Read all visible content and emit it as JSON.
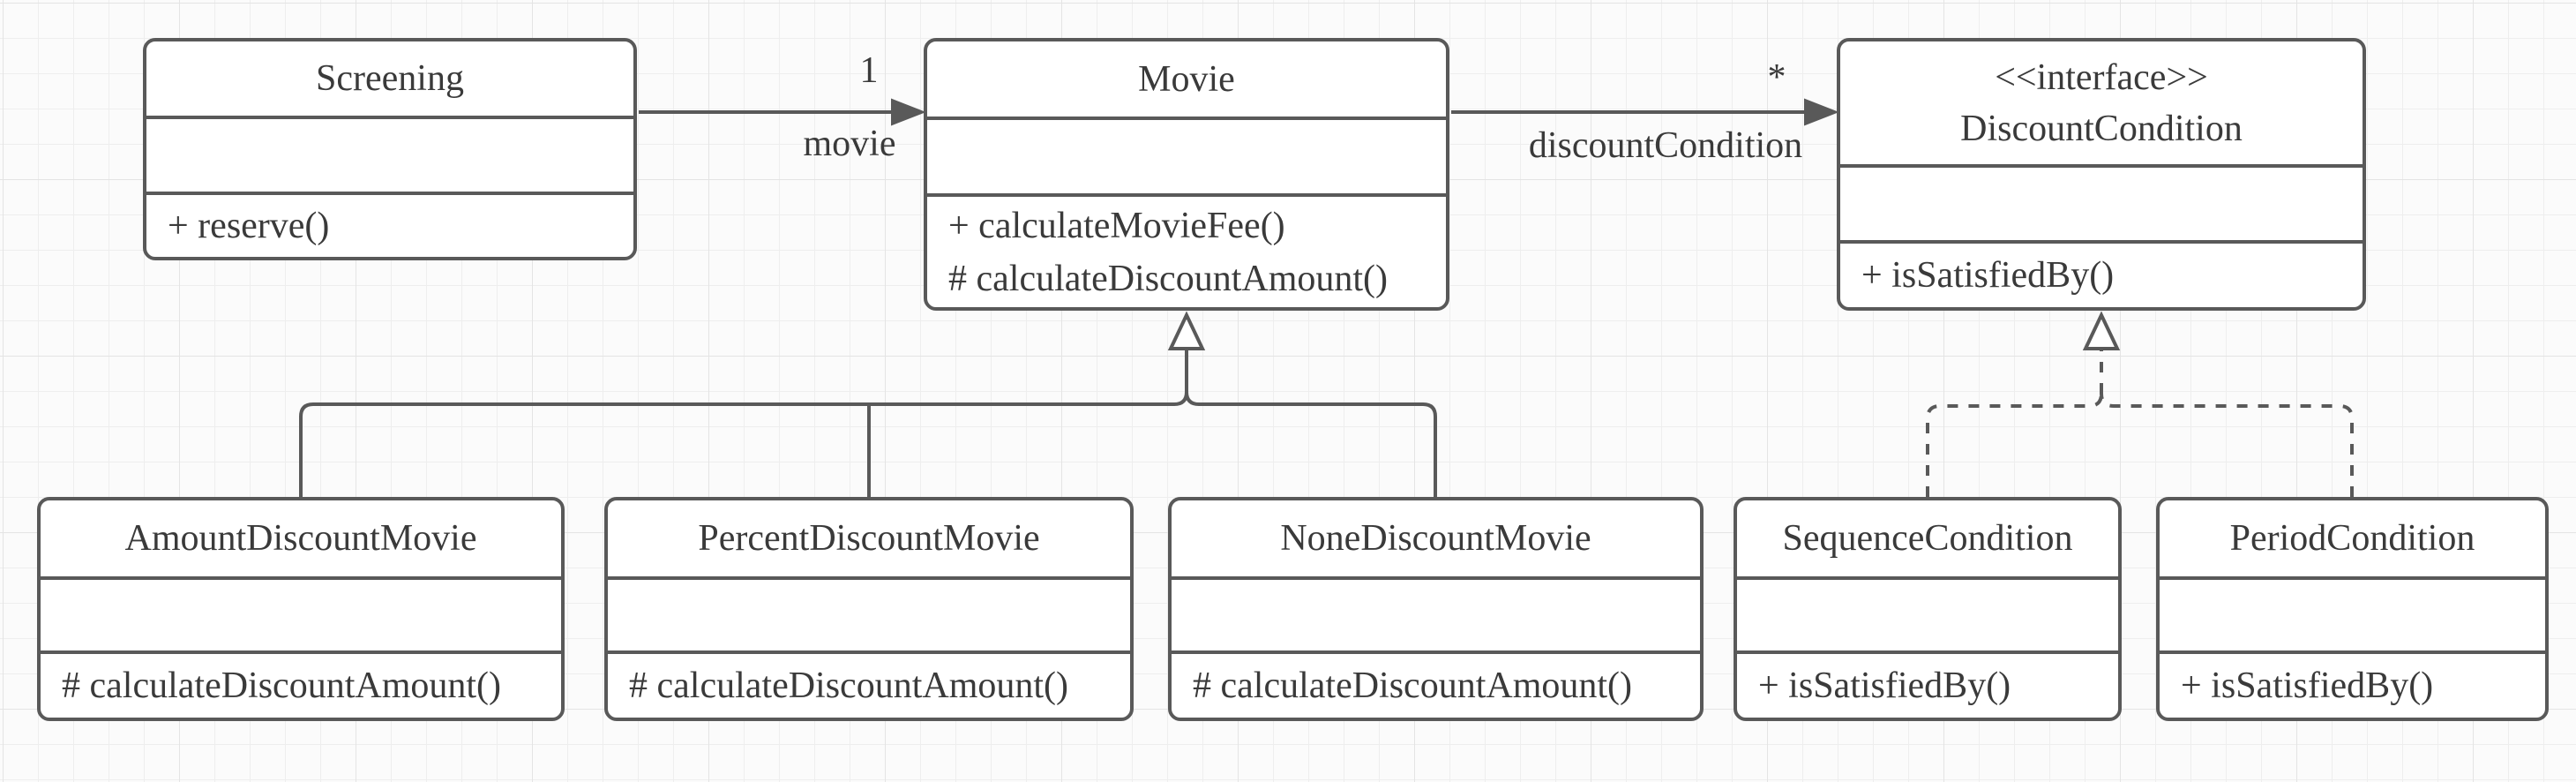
{
  "diagram": {
    "kind": "uml-class-diagram",
    "background_color": "#fbfbfb",
    "grid_color": "#eeeeee",
    "stroke_color": "#595959",
    "text_color": "#3a3a3a",
    "fill_color": "#ffffff"
  },
  "classes": [
    {
      "name": "Screening",
      "stereotype": "",
      "attributes": [],
      "methods": [
        "+ reserve()"
      ]
    },
    {
      "name": "Movie",
      "stereotype": "",
      "attributes": [],
      "methods": [
        "+ calculateMovieFee()",
        "# calculateDiscountAmount()"
      ]
    },
    {
      "name": "DiscountCondition",
      "stereotype": "<<interface>>",
      "attributes": [],
      "methods": [
        "+ isSatisfiedBy()"
      ]
    },
    {
      "name": "AmountDiscountMovie",
      "stereotype": "",
      "attributes": [],
      "methods": [
        "# calculateDiscountAmount()"
      ]
    },
    {
      "name": "PercentDiscountMovie",
      "stereotype": "",
      "attributes": [],
      "methods": [
        "# calculateDiscountAmount()"
      ]
    },
    {
      "name": "NoneDiscountMovie",
      "stereotype": "",
      "attributes": [],
      "methods": [
        "# calculateDiscountAmount()"
      ]
    },
    {
      "name": "SequenceCondition",
      "stereotype": "",
      "attributes": [],
      "methods": [
        "+ isSatisfiedBy()"
      ]
    },
    {
      "name": "PeriodCondition",
      "stereotype": "",
      "attributes": [],
      "methods": [
        "+ isSatisfiedBy()"
      ]
    }
  ],
  "edges": [
    {
      "type": "directed-association",
      "from": "Screening",
      "to": "Movie",
      "multiplicity": "1",
      "role": "movie"
    },
    {
      "type": "directed-association",
      "from": "Movie",
      "to": "DiscountCondition",
      "multiplicity": "*",
      "role": "discountCondition"
    },
    {
      "type": "generalization",
      "from": [
        "AmountDiscountMovie",
        "PercentDiscountMovie",
        "NoneDiscountMovie"
      ],
      "to": "Movie"
    },
    {
      "type": "realization",
      "from": [
        "SequenceCondition",
        "PeriodCondition"
      ],
      "to": "DiscountCondition"
    }
  ]
}
